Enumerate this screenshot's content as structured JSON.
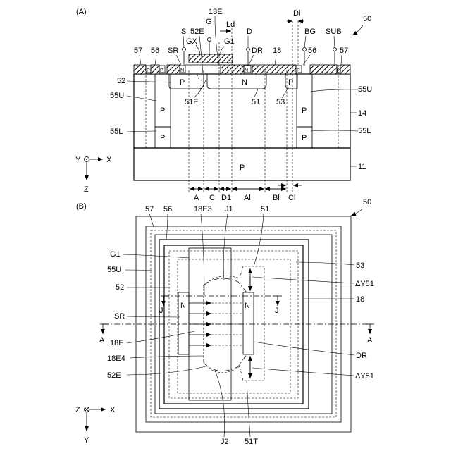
{
  "figure_a": {
    "panel_label": "(A)",
    "ref_number": "50",
    "terminals": {
      "S": "S",
      "G": "G",
      "D": "D",
      "BG": "BG",
      "SUB": "SUB"
    },
    "top_labels": {
      "e18": "18E",
      "ld": "Ld",
      "e52": "52E",
      "g1": "G1",
      "gx": "GX",
      "dl": "Dl",
      "l57a": "57",
      "l56a": "56",
      "sr": "SR",
      "dr": "DR",
      "l18": "18",
      "l56b": "56",
      "l57b": "57"
    },
    "body_labels": {
      "p_source": "P",
      "n_drain": "N",
      "p_53": "P",
      "p_left_u": "P",
      "p_left_l": "P",
      "p_right_u": "P",
      "p_right_l": "P",
      "p_sub": "P",
      "n_src": "N",
      "n_bg": "N",
      "p_small1": "P",
      "p_small2": "P",
      "p_small3": "P",
      "p_small4": "P"
    },
    "side_labels": {
      "l52": "52",
      "l55u_l": "55U",
      "l55l_l": "55L",
      "l51e": "51E",
      "l51": "51",
      "l53": "53",
      "l55u_r": "55U",
      "l14": "14",
      "l55l_r": "55L",
      "l11": "11"
    },
    "dim_labels": {
      "A": "A",
      "C": "C",
      "D1": "D1",
      "Al": "Al",
      "Bl": "Bl",
      "Cl": "Cl",
      "E3": "18E3"
    },
    "axes": {
      "y": "Y",
      "x": "X",
      "z": "Z"
    }
  },
  "figure_b": {
    "panel_label": "(B)",
    "ref_number": "50",
    "top_labels": {
      "l57": "57",
      "l56": "56",
      "j1": "J1",
      "l51": "51"
    },
    "left_labels": {
      "g1": "G1",
      "l55u": "55U",
      "l52": "52",
      "sr": "SR",
      "e18": "18E",
      "e184": "18E4",
      "e52": "52E"
    },
    "right_labels": {
      "l53": "53",
      "dy1": "ΔY51",
      "l18": "18",
      "dr": "DR",
      "dy2": "ΔY51"
    },
    "inner_labels": {
      "n_left": "N",
      "n_right": "N"
    },
    "section_labels": {
      "j_left": "J",
      "j_right": "J",
      "a_left": "A",
      "a_right": "A"
    },
    "bottom_labels": {
      "j2": "J2",
      "t51": "51T"
    },
    "axes": {
      "z": "Z",
      "x": "X",
      "y": "Y"
    }
  }
}
